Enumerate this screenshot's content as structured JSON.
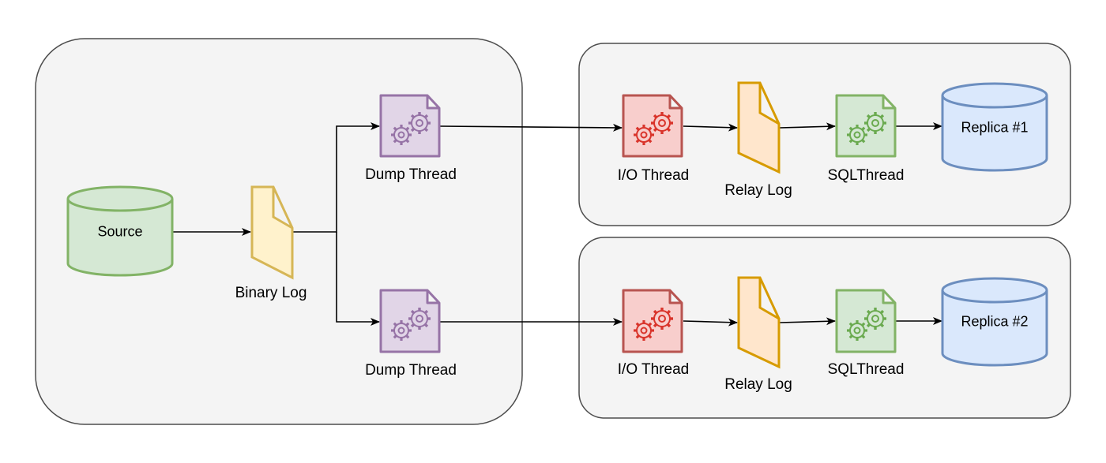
{
  "colors": {
    "container_fill": "#f4f4f4",
    "container_stroke": "#4d4d4d",
    "source_fill": "#d5e8d4",
    "source_stroke": "#82b366",
    "binary_log_fill": "#fff2cc",
    "binary_log_stroke": "#d6b656",
    "dump_thread_fill": "#e1d5e7",
    "dump_thread_stroke": "#9673a6",
    "io_thread_fill": "#f8cecc",
    "io_thread_stroke": "#b85450",
    "relay_log_fill": "#ffe6cc",
    "relay_log_stroke": "#d79b00",
    "sql_thread_fill": "#d5e8d4",
    "sql_thread_stroke": "#82b366",
    "replica_fill": "#dae8fc",
    "replica_stroke": "#6c8ebf",
    "arrow": "#000000"
  },
  "source": {
    "label": "Source",
    "binary_log_label": "Binary Log",
    "dump_thread_1_label": "Dump Thread",
    "dump_thread_2_label": "Dump Thread"
  },
  "replica_1": {
    "label": "Replica #1",
    "io_thread_label": "I/O Thread",
    "relay_log_label": "Relay Log",
    "sql_thread_label": "SQLThread"
  },
  "replica_2": {
    "label": "Replica #2",
    "io_thread_label": "I/O Thread",
    "relay_log_label": "Relay Log",
    "sql_thread_label": "SQLThread"
  },
  "icons": {
    "database": "database-cylinder-icon",
    "log": "document-icon",
    "thread": "gears-document-icon"
  }
}
